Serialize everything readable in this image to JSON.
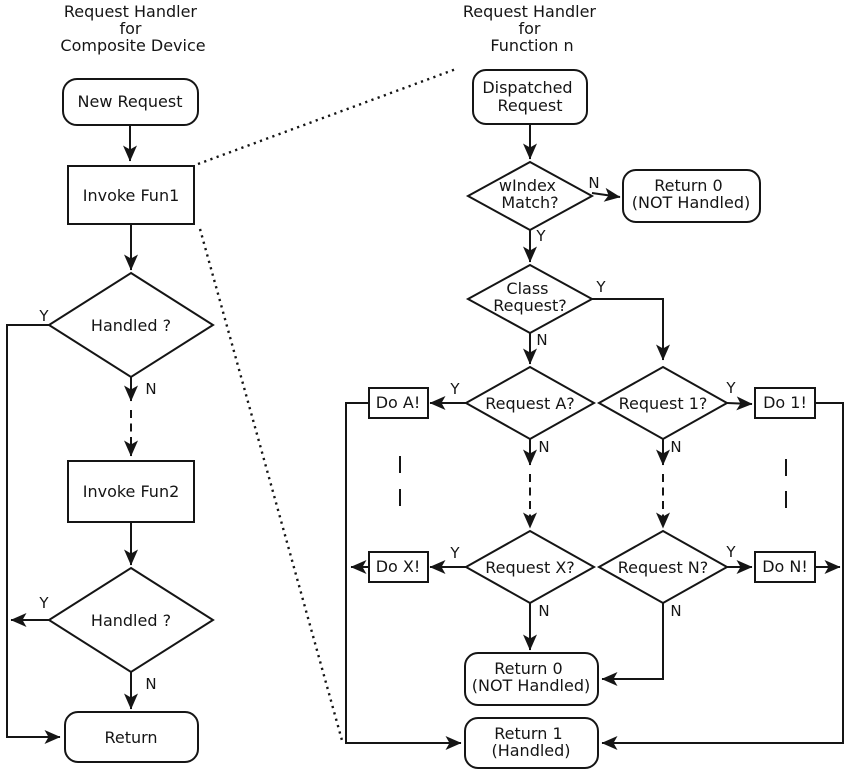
{
  "labels": {
    "yes": "Y",
    "no": "N"
  },
  "left": {
    "title": [
      "Request Handler",
      "for",
      "Composite Device"
    ],
    "nodes": {
      "new_request": "New Request",
      "invoke_fun1": "Invoke Fun1",
      "handled1": "Handled ?",
      "invoke_fun2": "Invoke Fun2",
      "handled2": "Handled ?",
      "return_end": "Return"
    }
  },
  "right": {
    "title": [
      "Request Handler",
      "for",
      "Function n"
    ],
    "nodes": {
      "dispatched": [
        "Dispatched",
        "Request"
      ],
      "windex": [
        "wIndex",
        "Match?"
      ],
      "return0_top": [
        "Return 0",
        "(NOT Handled)"
      ],
      "class_request": [
        "Class",
        "Request?"
      ],
      "request_a": "Request A?",
      "do_a": "Do A!",
      "request_1": "Request 1?",
      "do_1": "Do 1!",
      "request_x": "Request X?",
      "do_x": "Do X!",
      "request_n": "Request N?",
      "do_n": "Do N!",
      "return0_bottom": [
        "Return 0",
        "(NOT Handled)"
      ],
      "return1": [
        "Return 1",
        "(Handled)"
      ]
    }
  }
}
